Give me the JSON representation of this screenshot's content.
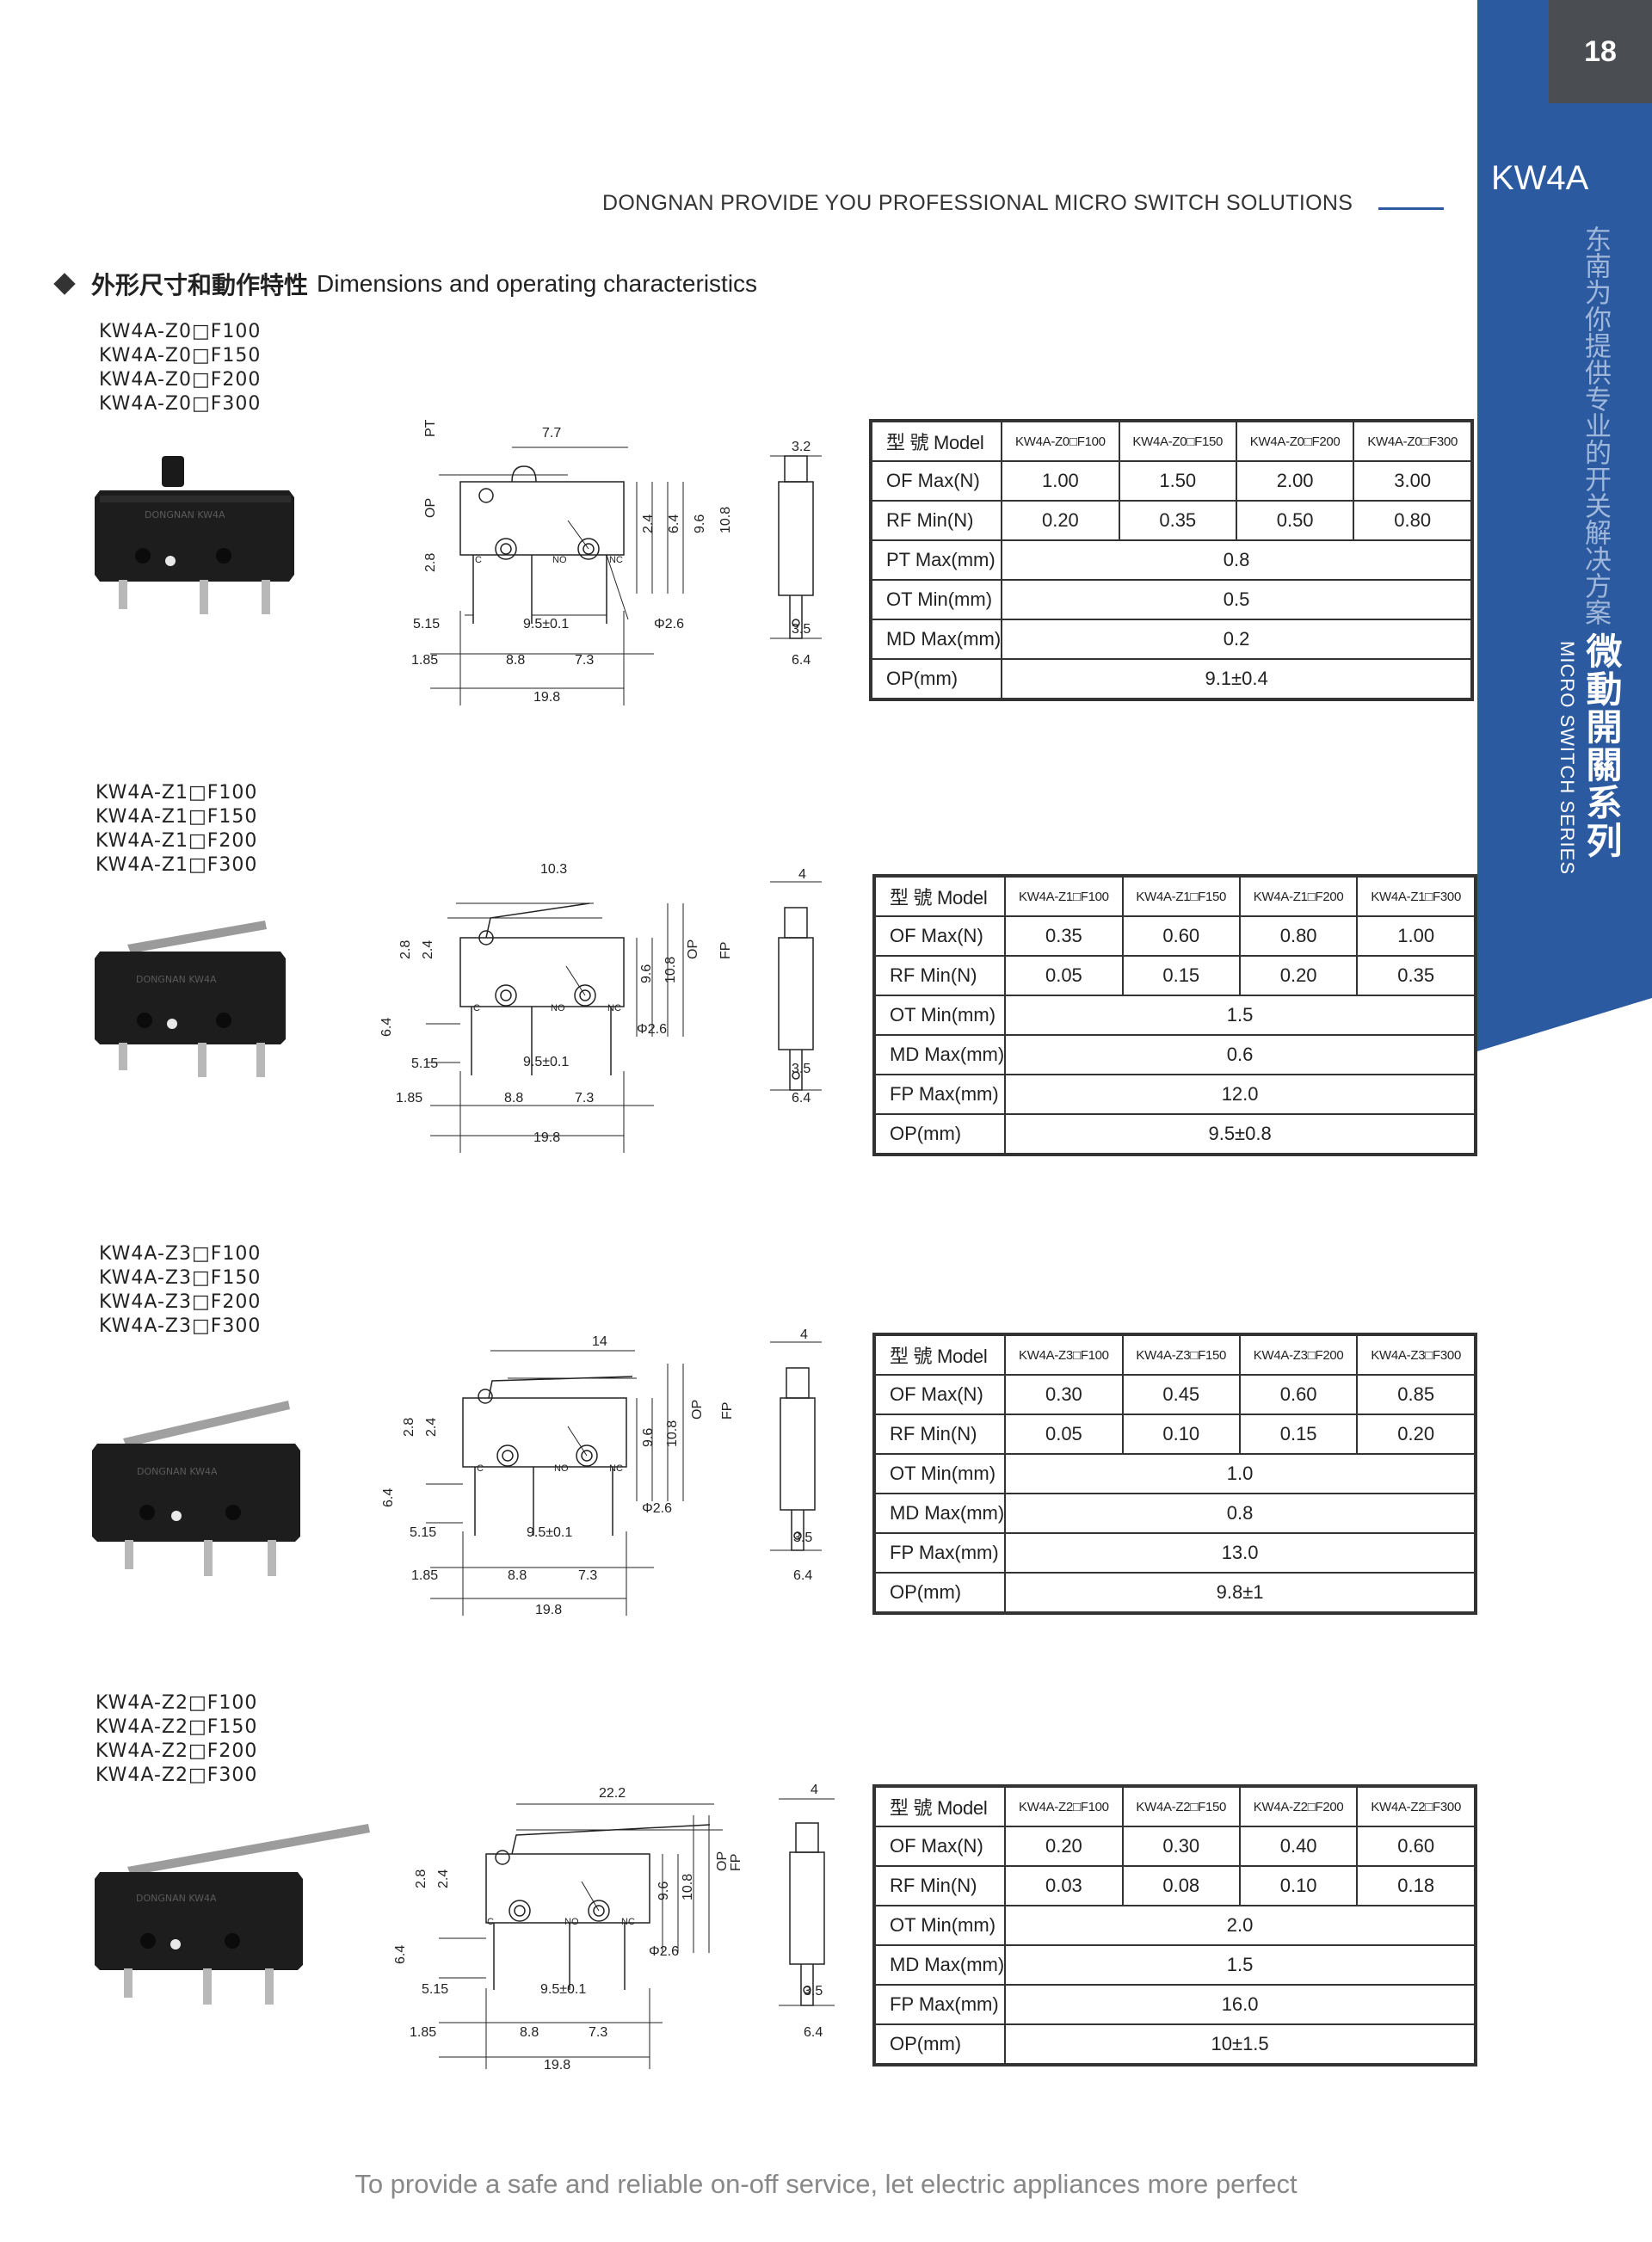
{
  "page_number": "18",
  "series_model": "KW4A",
  "side_cn": "东南为你提供专业的开关解决方案",
  "series_title_cn": "微動開關系列",
  "series_title_en": "MICRO SWITCH SERIES",
  "tagline": "DONGNAN PROVIDE YOU PROFESSIONAL MICRO SWITCH SOLUTIONS",
  "section": {
    "title_cn": "外形尺寸和動作特性",
    "title_en": "Dimensions and operating characteristics"
  },
  "footer": "To provide a safe and reliable on-off service, let electric appliances more perfect",
  "colors": {
    "accent": "#2c5aa0",
    "page_box": "#4a4d52"
  },
  "groups": [
    {
      "models": [
        "KW4A-Z0□F100",
        "KW4A-Z0□F150",
        "KW4A-Z0□F200",
        "KW4A-Z0□F300"
      ],
      "drawing_labels": {
        "PT": "PT",
        "OP": "OP",
        "lever": "7.7",
        "d28": "2.8",
        "d24": "2.4",
        "d64": "6.4",
        "d96": "9.6",
        "d108": "10.8",
        "c": "C",
        "no": "NO",
        "nc": "NC",
        "d515": "5.15",
        "d95": "9.5±0.1",
        "dia": "Φ2.6",
        "d185": "1.85",
        "d88": "8.8",
        "d73": "7.3",
        "d198": "19.8",
        "s32": "3.2",
        "s35": "3.5",
        "s64": "6.4"
      },
      "header": {
        "label": "型 號  Model",
        "models": [
          "KW4A-Z0□F100",
          "KW4A-Z0□F150",
          "KW4A-Z0□F200",
          "KW4A-Z0□F300"
        ]
      },
      "rows_four": [
        {
          "label": "OF Max(N)",
          "values": [
            "1.00",
            "1.50",
            "2.00",
            "3.00"
          ]
        },
        {
          "label": "RF Min(N)",
          "values": [
            "0.20",
            "0.35",
            "0.50",
            "0.80"
          ]
        }
      ],
      "rows_single": [
        {
          "label": "PT Max(mm)",
          "value": "0.8"
        },
        {
          "label": "OT Min(mm)",
          "value": "0.5"
        },
        {
          "label": "MD Max(mm)",
          "value": "0.2"
        },
        {
          "label": "OP(mm)",
          "value": "9.1±0.4"
        }
      ]
    },
    {
      "models": [
        "KW4A-Z1□F100",
        "KW4A-Z1□F150",
        "KW4A-Z1□F200",
        "KW4A-Z1□F300"
      ],
      "drawing_labels": {
        "lever": "10.3",
        "OP": "OP",
        "FP": "FP",
        "d28": "2.8",
        "d24": "2.4",
        "d64": "6.4",
        "d96": "9.6",
        "d108": "10.8",
        "c": "C",
        "no": "NO",
        "nc": "NC",
        "d515": "5.15",
        "d95": "9.5±0.1",
        "dia": "Φ2.6",
        "d185": "1.85",
        "d88": "8.8",
        "d73": "7.3",
        "d198": "19.8",
        "s4": "4",
        "s35": "3.5",
        "s64": "6.4"
      },
      "header": {
        "label": "型 號  Model",
        "models": [
          "KW4A-Z1□F100",
          "KW4A-Z1□F150",
          "KW4A-Z1□F200",
          "KW4A-Z1□F300"
        ]
      },
      "rows_four": [
        {
          "label": "OF Max(N)",
          "values": [
            "0.35",
            "0.60",
            "0.80",
            "1.00"
          ]
        },
        {
          "label": "RF Min(N)",
          "values": [
            "0.05",
            "0.15",
            "0.20",
            "0.35"
          ]
        }
      ],
      "rows_single": [
        {
          "label": "OT Min(mm)",
          "value": "1.5"
        },
        {
          "label": "MD Max(mm)",
          "value": "0.6"
        },
        {
          "label": "FP Max(mm)",
          "value": "12.0"
        },
        {
          "label": "OP(mm)",
          "value": "9.5±0.8"
        }
      ]
    },
    {
      "models": [
        "KW4A-Z3□F100",
        "KW4A-Z3□F150",
        "KW4A-Z3□F200",
        "KW4A-Z3□F300"
      ],
      "drawing_labels": {
        "lever": "14",
        "OP": "OP",
        "FP": "FP",
        "d28": "2.8",
        "d24": "2.4",
        "d64": "6.4",
        "d96": "9.6",
        "d108": "10.8",
        "c": "C",
        "no": "NO",
        "nc": "NC",
        "d515": "5.15",
        "d95": "9.5±0.1",
        "dia": "Φ2.6",
        "d185": "1.85",
        "d88": "8.8",
        "d73": "7.3",
        "d198": "19.8",
        "s4": "4",
        "s35": "3.5",
        "s64": "6.4"
      },
      "header": {
        "label": "型 號  Model",
        "models": [
          "KW4A-Z3□F100",
          "KW4A-Z3□F150",
          "KW4A-Z3□F200",
          "KW4A-Z3□F300"
        ]
      },
      "rows_four": [
        {
          "label": "OF Max(N)",
          "values": [
            "0.30",
            "0.45",
            "0.60",
            "0.85"
          ]
        },
        {
          "label": "RF Min(N)",
          "values": [
            "0.05",
            "0.10",
            "0.15",
            "0.20"
          ]
        }
      ],
      "rows_single": [
        {
          "label": "OT Min(mm)",
          "value": "1.0"
        },
        {
          "label": "MD Max(mm)",
          "value": "0.8"
        },
        {
          "label": "FP Max(mm)",
          "value": "13.0"
        },
        {
          "label": "OP(mm)",
          "value": "9.8±1"
        }
      ]
    },
    {
      "models": [
        "KW4A-Z2□F100",
        "KW4A-Z2□F150",
        "KW4A-Z2□F200",
        "KW4A-Z2□F300"
      ],
      "drawing_labels": {
        "lever": "22.2",
        "OP": "OP",
        "FP": "FP",
        "d28": "2.8",
        "d24": "2.4",
        "d64": "6.4",
        "d96": "9.6",
        "d108": "10.8",
        "c": "C",
        "no": "NO",
        "nc": "NC",
        "d515": "5.15",
        "d95": "9.5±0.1",
        "dia": "Φ2.6",
        "d185": "1.85",
        "d88": "8.8",
        "d73": "7.3",
        "d198": "19.8",
        "s4": "4",
        "s35": "3.5",
        "s64": "6.4"
      },
      "header": {
        "label": "型 號  Model",
        "models": [
          "KW4A-Z2□F100",
          "KW4A-Z2□F150",
          "KW4A-Z2□F200",
          "KW4A-Z2□F300"
        ]
      },
      "rows_four": [
        {
          "label": "OF Max(N)",
          "values": [
            "0.20",
            "0.30",
            "0.40",
            "0.60"
          ]
        },
        {
          "label": "RF Min(N)",
          "values": [
            "0.03",
            "0.08",
            "0.10",
            "0.18"
          ]
        }
      ],
      "rows_single": [
        {
          "label": "OT Min(mm)",
          "value": "2.0"
        },
        {
          "label": "MD Max(mm)",
          "value": "1.5"
        },
        {
          "label": "FP Max(mm)",
          "value": "16.0"
        },
        {
          "label": "OP(mm)",
          "value": "10±1.5"
        }
      ]
    }
  ]
}
